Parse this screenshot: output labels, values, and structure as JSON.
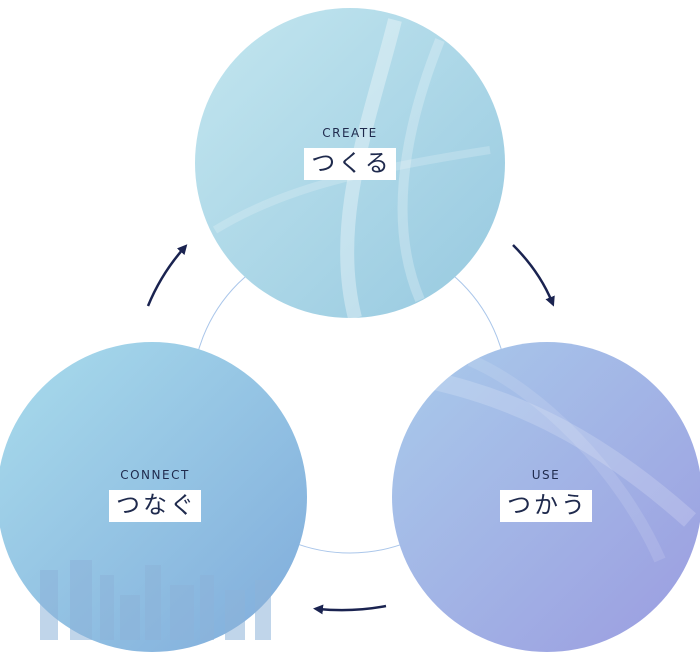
{
  "nodes": [
    {
      "id": "create",
      "en": "CREATE",
      "jp": "つくる"
    },
    {
      "id": "use",
      "en": "USE",
      "jp": "つかう"
    },
    {
      "id": "connect",
      "en": "CONNECT",
      "jp": "つなぐ"
    }
  ],
  "colors": {
    "create": [
      "#b6dde9",
      "#9ccde2"
    ],
    "use": [
      "#a4c1e8",
      "#9e9fe0"
    ],
    "connect": [
      "#a4d4e8",
      "#84b0dd"
    ],
    "ring": "#aac6ea",
    "arrow": "#1a2350",
    "text": "#1f2a4d"
  }
}
